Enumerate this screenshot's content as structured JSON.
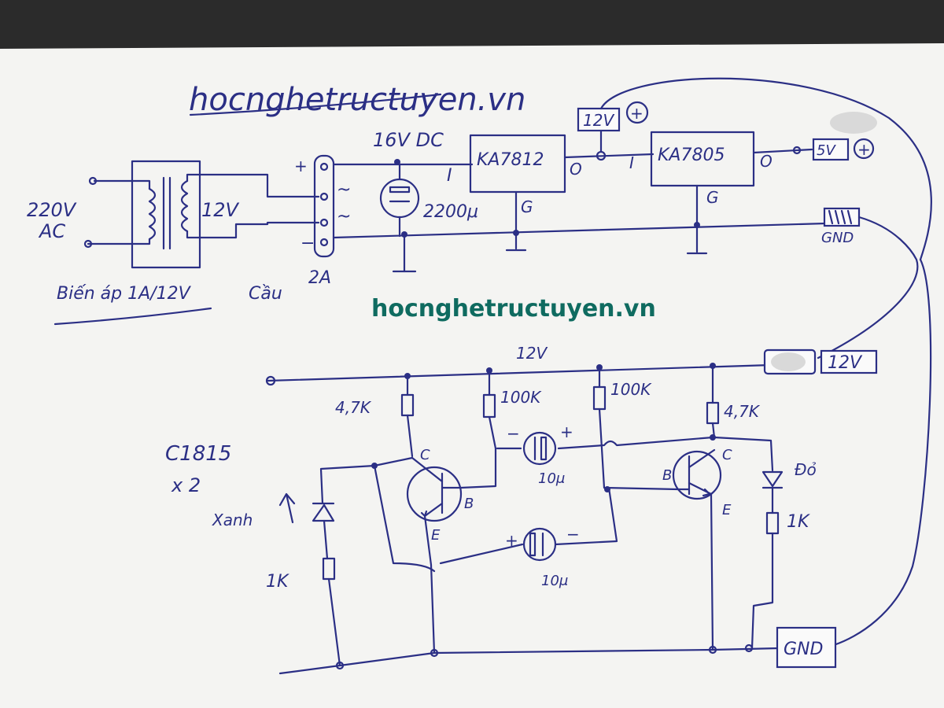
{
  "title": "hocnghetructuyen.vn",
  "watermark": "hocnghetructuyen.vn",
  "psu": {
    "input_voltage": "220V",
    "input_type": "AC",
    "secondary_voltage": "12V",
    "transformer_label": "Biến áp 1A/12V",
    "bridge_label": "Cầu",
    "bridge_current": "2A",
    "plus_sign": "+",
    "minus_sign": "−",
    "ac_symbol": "~",
    "dc_voltage": "16V DC",
    "filter_cap": "2200μ",
    "reg12": {
      "name": "KA7812",
      "pin_in": "I",
      "pin_out": "O",
      "pin_gnd": "G"
    },
    "reg5": {
      "name": "KA7805",
      "pin_in": "I",
      "pin_out": "O",
      "pin_gnd": "G"
    },
    "out12_label": "12V",
    "out5_label": "5V",
    "gnd_label": "GND"
  },
  "flasher": {
    "rail_label": "12V",
    "transistor_label": "C1815",
    "transistor_count": "x 2",
    "r1": "4,7K",
    "r2": "100K",
    "r3": "100K",
    "r4": "4,7K",
    "cap1": "10μ",
    "cap2": "10μ",
    "pin_c": "C",
    "pin_b": "B",
    "pin_e": "E",
    "led_left_label": "Xanh",
    "led_right_label": "Đỏ",
    "r_led_left": "1K",
    "r_led_right": "1K",
    "input_label": "12V",
    "gnd_label": "GND"
  }
}
